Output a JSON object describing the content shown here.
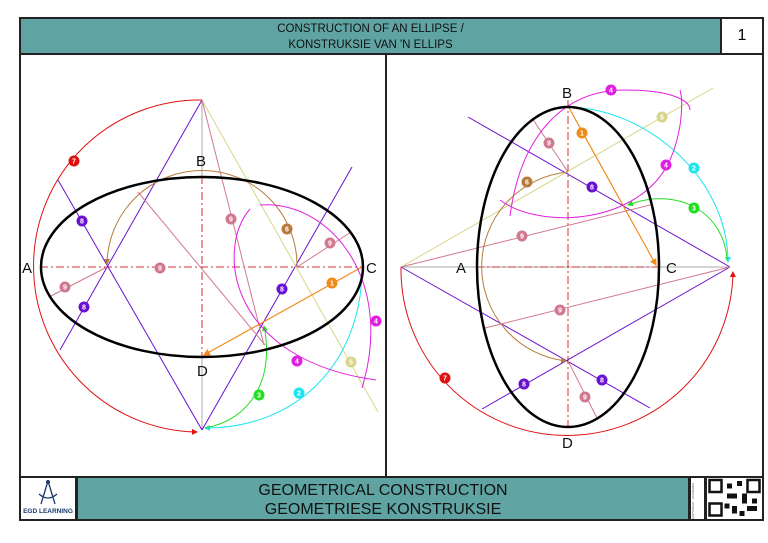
{
  "header": {
    "title_line1": "CONSTRUCTION OF AN ELLIPSE /",
    "title_line2": "KONSTRUKSIE VAN 'N ELLIPS",
    "page_number": "1"
  },
  "footer": {
    "title_line1": "GEOMETRICAL CONSTRUCTION",
    "title_line2": "GEOMETRIESE KONSTRUKSIE",
    "logo_text": "EGD LEARNING",
    "copyright": "COPYRIGHT - KOPIEREG"
  },
  "points": {
    "A": "A",
    "B": "B",
    "C": "C",
    "D": "D"
  },
  "steps": {
    "s1": "1",
    "s2": "2",
    "s3": "3",
    "s4": "4",
    "s5": "5",
    "s6": "6",
    "s7": "7",
    "s8": "8",
    "s9": "9"
  },
  "colors": {
    "accent": "#5fa3a3",
    "step1": "#f28a1a",
    "step2": "#1ee5f0",
    "step3": "#22dd22",
    "step4": "#e020e0",
    "step5": "#d8d48a",
    "step6": "#b87a3a",
    "step7": "#e01010",
    "step8": "#6a10d0",
    "step9": "#d07890"
  }
}
